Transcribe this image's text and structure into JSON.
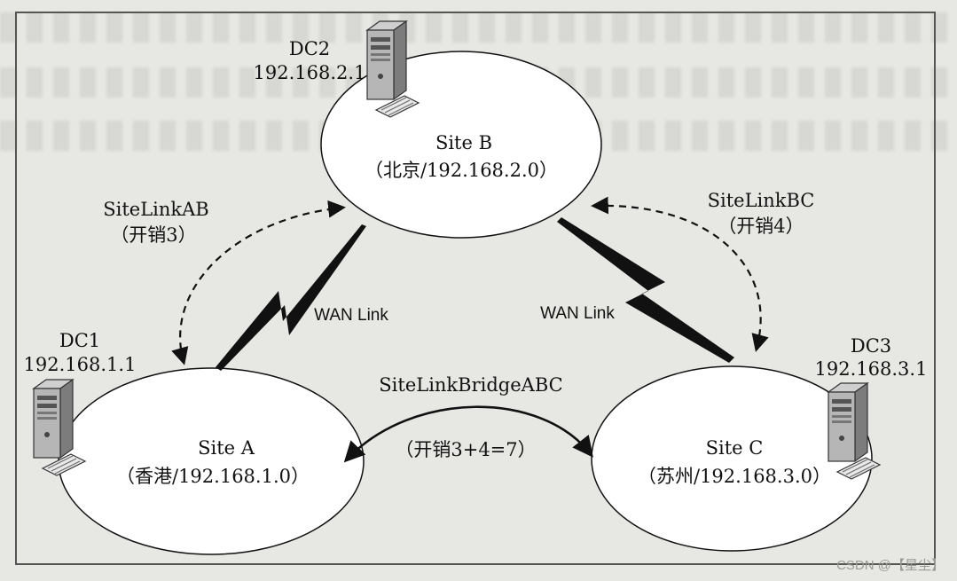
{
  "servers": {
    "dc1": {
      "name": "DC1",
      "ip": "192.168.1.1"
    },
    "dc2": {
      "name": "DC2",
      "ip": "192.168.2.1"
    },
    "dc3": {
      "name": "DC3",
      "ip": "192.168.3.1"
    }
  },
  "sites": {
    "a": {
      "name": "Site A",
      "detail": "（香港/192.168.1.0）"
    },
    "b": {
      "name": "Site B",
      "detail": "（北京/192.168.2.0）"
    },
    "c": {
      "name": "Site C",
      "detail": "（苏州/192.168.3.0）"
    }
  },
  "links": {
    "ab": {
      "name": "SiteLinkAB",
      "cost": "（开销3）"
    },
    "bc": {
      "name": "SiteLinkBC",
      "cost": "（开销4）"
    },
    "bridge": {
      "name": "SiteLinkBridgeABC",
      "cost": "（开销3+4=7）"
    },
    "wan_left": "WAN Link",
    "wan_right": "WAN Link"
  },
  "watermark": "CSDN @【星尘】",
  "colors": {
    "line": "#111111",
    "ellipse_fill": "#ffffff",
    "frame": "#555555"
  }
}
